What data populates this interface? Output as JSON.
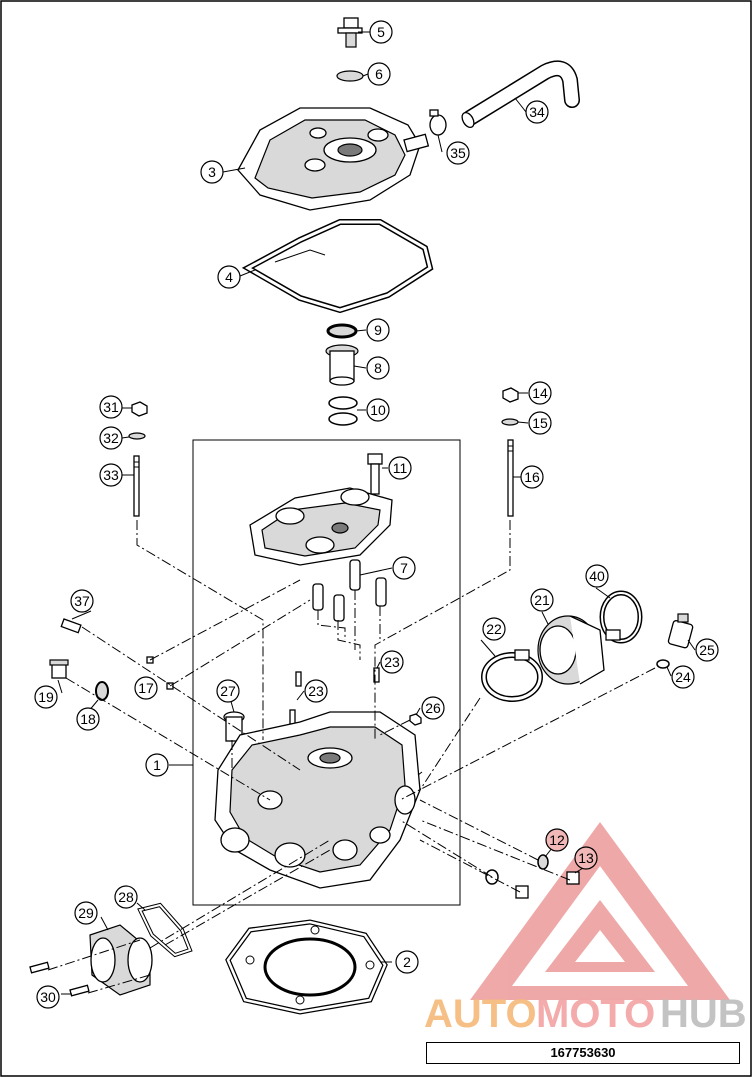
{
  "diagram": {
    "title": "",
    "document_number": "167753630",
    "callouts": [
      {
        "id": "1"
      },
      {
        "id": "2"
      },
      {
        "id": "3"
      },
      {
        "id": "4"
      },
      {
        "id": "5"
      },
      {
        "id": "6"
      },
      {
        "id": "7"
      },
      {
        "id": "8"
      },
      {
        "id": "9"
      },
      {
        "id": "10"
      },
      {
        "id": "11"
      },
      {
        "id": "12",
        "highlighted": true
      },
      {
        "id": "13",
        "highlighted": true
      },
      {
        "id": "14"
      },
      {
        "id": "15"
      },
      {
        "id": "16"
      },
      {
        "id": "17"
      },
      {
        "id": "18"
      },
      {
        "id": "19"
      },
      {
        "id": "21"
      },
      {
        "id": "22"
      },
      {
        "id": "23a",
        "label": "23"
      },
      {
        "id": "23b",
        "label": "23"
      },
      {
        "id": "24"
      },
      {
        "id": "25"
      },
      {
        "id": "26"
      },
      {
        "id": "27"
      },
      {
        "id": "28"
      },
      {
        "id": "29"
      },
      {
        "id": "30"
      },
      {
        "id": "31"
      },
      {
        "id": "32"
      },
      {
        "id": "33"
      },
      {
        "id": "34"
      },
      {
        "id": "35"
      },
      {
        "id": "37"
      },
      {
        "id": "40"
      }
    ]
  },
  "watermark": {
    "text_auto": "AUTO",
    "text_moto": "MOTO",
    "text_hub": "HUB",
    "color_auto": "#f5b97a",
    "color_moto": "#f3a3a3",
    "color_hub": "#bdbdbd",
    "triangle_color": "#ec9a9a"
  }
}
